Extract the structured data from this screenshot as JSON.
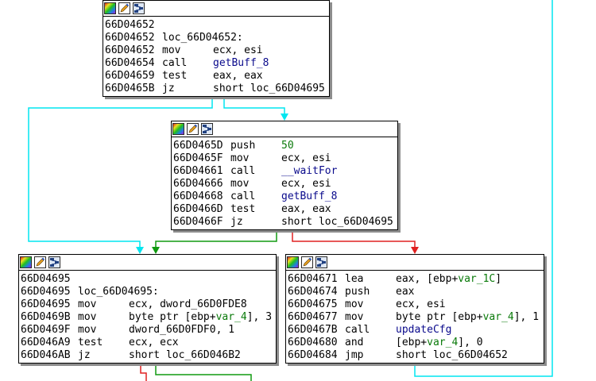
{
  "window": {
    "title": ""
  },
  "colors": {
    "edge_cyan": "#00e6f0",
    "edge_green": "#109a10",
    "edge_red": "#e02020",
    "edge_blue": "#0a7acc",
    "symbol": "#0a0a8c",
    "immediate": "#0a7a0a",
    "shadow": "#8c8c8c"
  },
  "icons": {
    "color": "color-palette-icon",
    "edit": "edit-pencil-icon",
    "graph": "graph-overview-icon"
  },
  "blocks": {
    "b1": {
      "lines": [
        {
          "addr": "66D04652"
        },
        {
          "addr": "66D04652",
          "label": "loc_66D04652:"
        },
        {
          "addr": "66D04652",
          "mn": "mov",
          "ops": [
            {
              "t": "ecx, esi",
              "c": "plain"
            }
          ]
        },
        {
          "addr": "66D04654",
          "mn": "call",
          "ops": [
            {
              "t": "getBuff_8",
              "c": "sym"
            }
          ]
        },
        {
          "addr": "66D04659",
          "mn": "test",
          "ops": [
            {
              "t": "eax, eax",
              "c": "plain"
            }
          ]
        },
        {
          "addr": "66D0465B",
          "mn": "jz",
          "ops": [
            {
              "t": "short loc_66D04695",
              "c": "plain"
            }
          ]
        }
      ]
    },
    "b2": {
      "lines": [
        {
          "addr": "66D0465D",
          "mn": "push",
          "ops": [
            {
              "t": "50",
              "c": "num"
            }
          ]
        },
        {
          "addr": "66D0465F",
          "mn": "mov",
          "ops": [
            {
              "t": "ecx, esi",
              "c": "plain"
            }
          ]
        },
        {
          "addr": "66D04661",
          "mn": "call",
          "ops": [
            {
              "t": "__waitFor",
              "c": "sym"
            }
          ]
        },
        {
          "addr": "66D04666",
          "mn": "mov",
          "ops": [
            {
              "t": "ecx, esi",
              "c": "plain"
            }
          ]
        },
        {
          "addr": "66D04668",
          "mn": "call",
          "ops": [
            {
              "t": "getBuff_8",
              "c": "sym"
            }
          ]
        },
        {
          "addr": "66D0466D",
          "mn": "test",
          "ops": [
            {
              "t": "eax, eax",
              "c": "plain"
            }
          ]
        },
        {
          "addr": "66D0466F",
          "mn": "jz",
          "ops": [
            {
              "t": "short loc_66D04695",
              "c": "plain"
            }
          ]
        }
      ]
    },
    "b3": {
      "lines": [
        {
          "addr": "66D04695"
        },
        {
          "addr": "66D04695",
          "label": "loc_66D04695:"
        },
        {
          "addr": "66D04695",
          "mn": "mov",
          "ops": [
            {
              "t": "ecx, dword_66D0FDE8",
              "c": "plain"
            }
          ]
        },
        {
          "addr": "66D0469B",
          "mn": "mov",
          "ops": [
            {
              "t": "byte ptr [ebp+",
              "c": "plain"
            },
            {
              "t": "var_4",
              "c": "var"
            },
            {
              "t": "], 3",
              "c": "plain"
            }
          ]
        },
        {
          "addr": "66D0469F",
          "mn": "mov",
          "ops": [
            {
              "t": "dword_66D0FDF0, 1",
              "c": "plain"
            }
          ]
        },
        {
          "addr": "66D046A9",
          "mn": "test",
          "ops": [
            {
              "t": "ecx, ecx",
              "c": "plain"
            }
          ]
        },
        {
          "addr": "66D046AB",
          "mn": "jz",
          "ops": [
            {
              "t": "short loc_66D046B2",
              "c": "plain"
            }
          ]
        }
      ]
    },
    "b4": {
      "lines": [
        {
          "addr": "66D04671",
          "mn": "lea",
          "ops": [
            {
              "t": "eax, [ebp+",
              "c": "plain"
            },
            {
              "t": "var_1C",
              "c": "var"
            },
            {
              "t": "]",
              "c": "plain"
            }
          ]
        },
        {
          "addr": "66D04674",
          "mn": "push",
          "ops": [
            {
              "t": "eax",
              "c": "plain"
            }
          ]
        },
        {
          "addr": "66D04675",
          "mn": "mov",
          "ops": [
            {
              "t": "ecx, esi",
              "c": "plain"
            }
          ]
        },
        {
          "addr": "66D04677",
          "mn": "mov",
          "ops": [
            {
              "t": "byte ptr [ebp+",
              "c": "plain"
            },
            {
              "t": "var_4",
              "c": "var"
            },
            {
              "t": "], 1",
              "c": "plain"
            }
          ]
        },
        {
          "addr": "66D0467B",
          "mn": "call",
          "ops": [
            {
              "t": "updateCfg",
              "c": "sym"
            }
          ]
        },
        {
          "addr": "66D04680",
          "mn": "and",
          "ops": [
            {
              "t": "[ebp+",
              "c": "plain"
            },
            {
              "t": "var_4",
              "c": "var"
            },
            {
              "t": "], 0",
              "c": "plain"
            }
          ]
        },
        {
          "addr": "66D04684",
          "mn": "jmp",
          "ops": [
            {
              "t": "short loc_66D04652",
              "c": "plain"
            }
          ]
        }
      ]
    }
  }
}
